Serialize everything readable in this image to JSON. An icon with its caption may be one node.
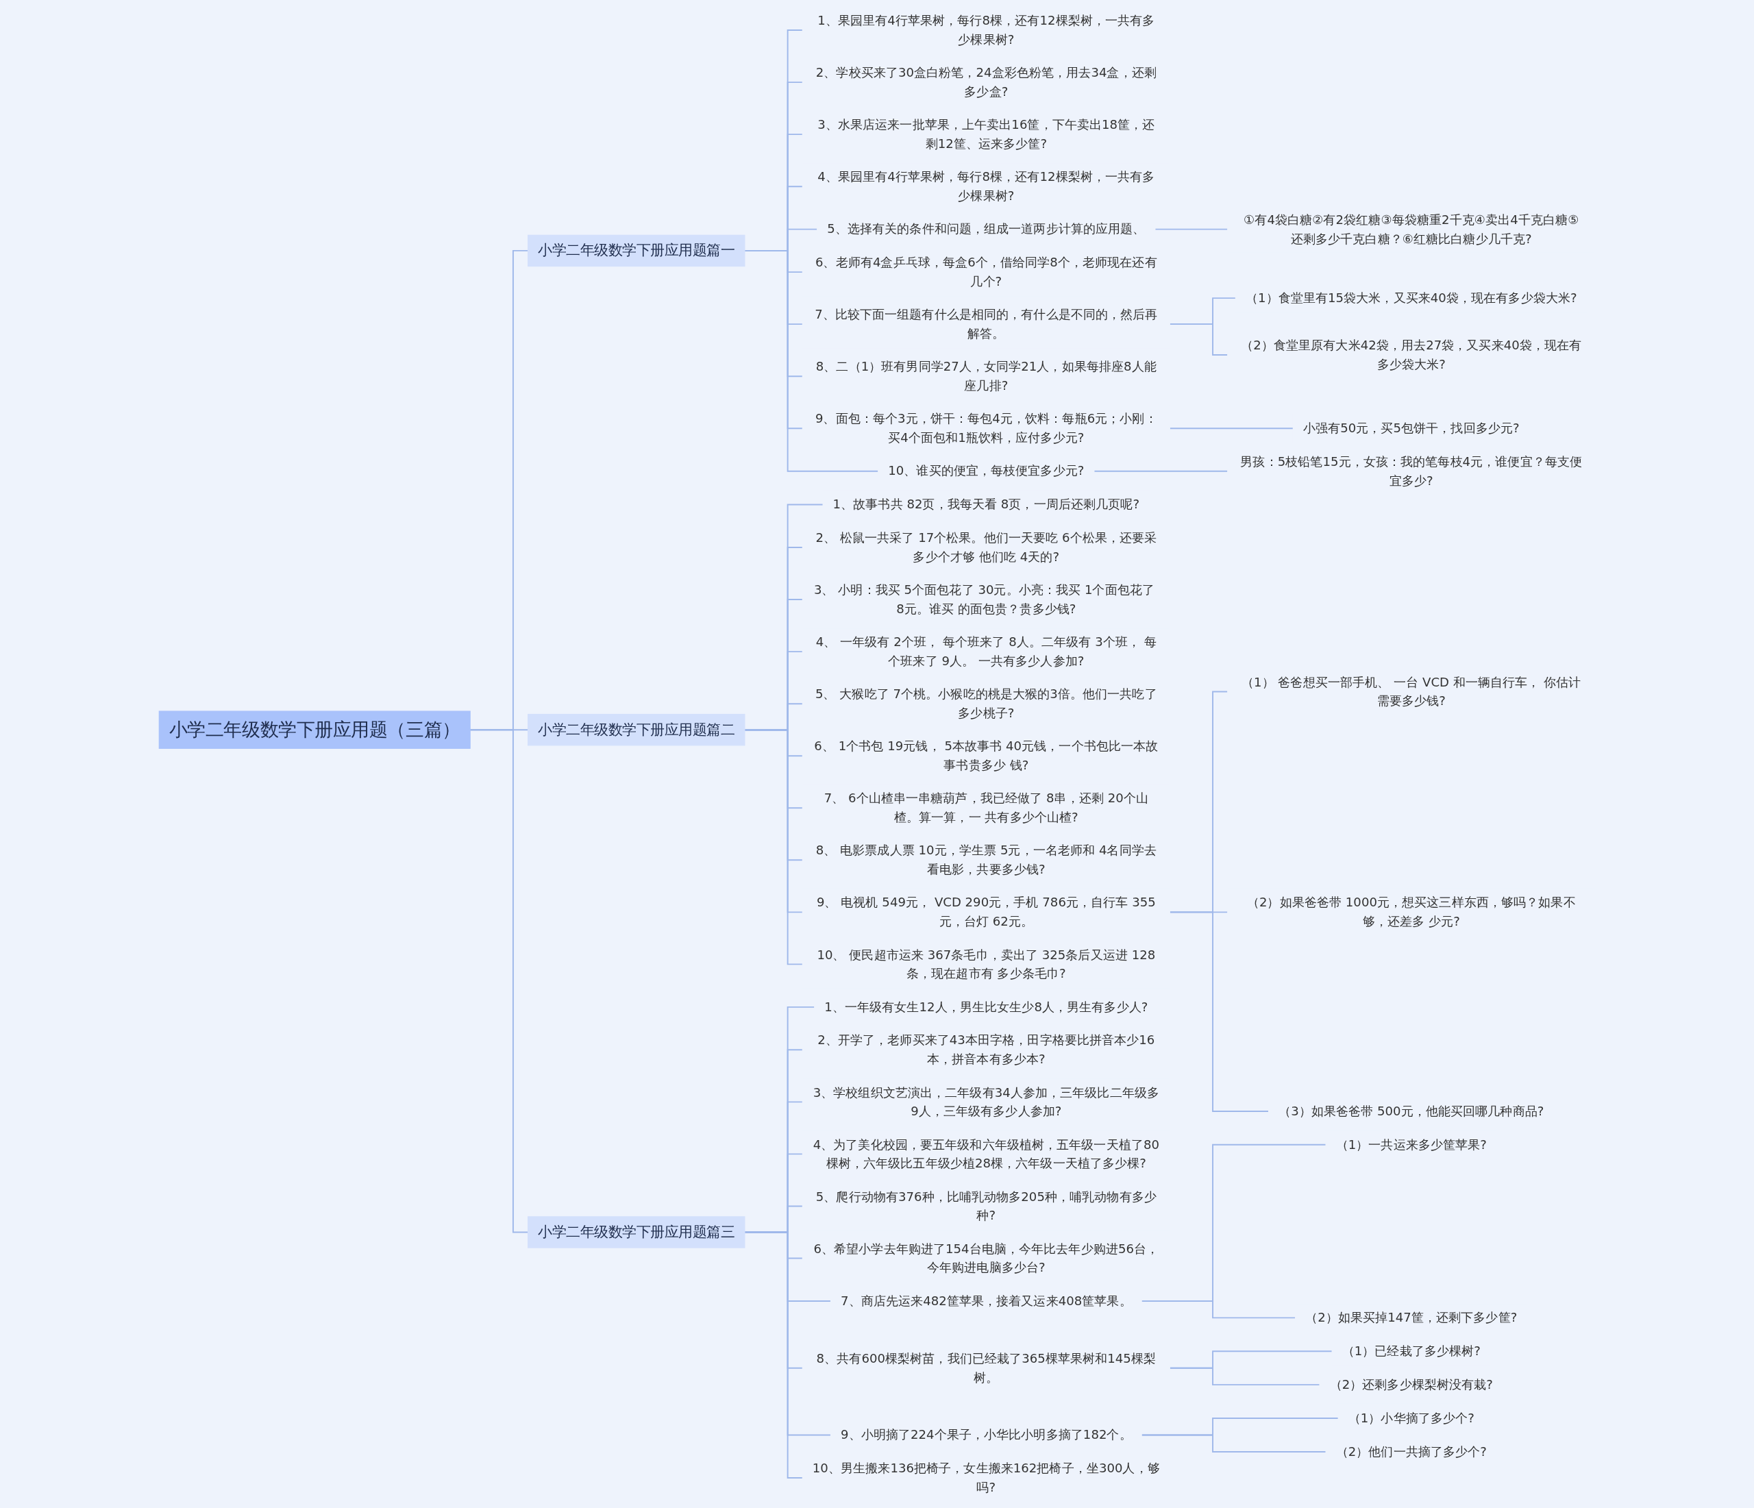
{
  "diagram": {
    "nodes": [
      {
        "text": [
          "小学二年级数学下册应用题（三篇）"
        ]
      },
      {
        "text": [
          "小学二年级数学下册应用题篇一"
        ]
      },
      {
        "text": [
          "1、果园里有4行苹果树，每行8棵，还有12棵梨树，一共有多少棵果树?"
        ]
      },
      {
        "text": [
          "2、学校买来了30盒白粉笔，24盒彩色粉笔，用去34盒，还剩多少盒?"
        ]
      },
      {
        "text": [
          "3、水果店运来一批苹果，上午卖出16筐，下午卖出18筐，还剩12筐、运来多少筐?"
        ]
      },
      {
        "text": [
          "4、果园里有4行苹果树，每行8棵，还有12棵梨树，一共有多少棵果树?"
        ]
      },
      {
        "text": [
          "5、选择有关的条件和问题，组成一道两步计算的应用题、"
        ]
      },
      {
        "text": [
          "①有4袋白糖②有2袋红糖③每袋糖重2千克④卖出4千克白糖⑤还剩多少千克白糖？⑥红糖比白糖少几千克?"
        ]
      },
      {
        "text": [
          "6、老师有4盒乒乓球，每盒6个，借给同学8个，老师现在还有几个?"
        ]
      },
      {
        "text": [
          "7、比较下面一组题有什么是相同的，有什么是不同的，然后再解答。"
        ]
      },
      {
        "text": [
          "（1）食堂里有15袋大米，又买来40袋，现在有多少袋大米?"
        ]
      },
      {
        "text": [
          "（2）食堂里原有大米42袋，用去27袋，又买来40袋，现在有多少袋大米?"
        ]
      },
      {
        "text": [
          "8、二（1）班有男同学27人，女同学21人，如果每排座8人能座几排?"
        ]
      },
      {
        "text": [
          "9、面包：每个3元，饼干：每包4元，饮料：每瓶6元；小刚：买4个面包和1瓶饮料，应付多少元?"
        ]
      },
      {
        "text": [
          "小强有50元，买5包饼干，找回多少元?"
        ]
      },
      {
        "text": [
          "10、谁买的便宜，每枝便宜多少元?"
        ]
      },
      {
        "text": [
          "男孩：5枝铅笔15元，女孩：我的笔每枝4元，谁便宜？每支便宜多少?"
        ]
      },
      {
        "text": [
          "小学二年级数学下册应用题篇二"
        ]
      },
      {
        "text": [
          "1、故事书共 82页，我每天看 8页，一周后还剩几页呢?"
        ]
      },
      {
        "text": [
          "2、 松鼠一共采了 17个松果。他们一天要吃 6个松果，还要采多少个才够 他们吃 4天的?"
        ]
      },
      {
        "text": [
          "3、 小明：我买 5个面包花了 30元。小亮：我买 1个面包花了 8元。谁买 的面包贵？贵多少钱?"
        ]
      },
      {
        "text": [
          "4、 一年级有 2个班， 每个班来了 8人。二年级有 3个班， 每个班来了 9人。 一共有多少人参加?"
        ]
      },
      {
        "text": [
          "5、 大猴吃了 7个桃。小猴吃的桃是大猴的3倍。他们一共吃了多少桃子?"
        ]
      },
      {
        "text": [
          "6、 1个书包 19元钱， 5本故事书 40元钱，一个书包比一本故事书贵多少 钱?"
        ]
      },
      {
        "text": [
          "7、 6个山楂串一串糖葫芦，我已经做了 8串，还剩 20个山楂。算一算，一 共有多少个山楂?"
        ]
      },
      {
        "text": [
          "8、 电影票成人票 10元，学生票 5元，一名老师和 4名同学去看电影，共要多少钱?"
        ]
      },
      {
        "text": [
          "9、 电视机 549元， VCD 290元，手机 786元，自行车 355元，台灯 62元。"
        ]
      },
      {
        "text": [
          "（1） 爸爸想买一部手机、 一台 VCD 和一辆自行车， 你估计需要多少钱?"
        ]
      },
      {
        "text": [
          "（2）如果爸爸带 1000元，想买这三样东西，够吗？如果不够，还差多 少元?"
        ]
      },
      {
        "text": [
          "（3）如果爸爸带 500元，他能买回哪几种商品?"
        ]
      },
      {
        "text": [
          "10、 便民超市运来 367条毛巾，卖出了 325条后又运进 128条，现在超市有 多少条毛巾?"
        ]
      },
      {
        "text": [
          "小学二年级数学下册应用题篇三"
        ]
      },
      {
        "text": [
          "1、一年级有女生12人，男生比女生少8人，男生有多少人?"
        ]
      },
      {
        "text": [
          "2、开学了，老师买来了43本田字格，田字格要比拼音本少16本，拼音本有多少本?"
        ]
      },
      {
        "text": [
          "3、学校组织文艺演出，二年级有34人参加，三年级比二年级多9人，三年级有多少人参加?"
        ]
      },
      {
        "text": [
          "4、为了美化校园，要五年级和六年级植树，五年级一天植了80棵树，六年级比五年级少植28棵，六年级一天植了多少棵?"
        ]
      },
      {
        "text": [
          "5、爬行动物有376种，比哺乳动物多205种，哺乳动物有多少种?"
        ]
      },
      {
        "text": [
          "6、希望小学去年购进了154台电脑，今年比去年少购进56台，今年购进电脑多少台?"
        ]
      },
      {
        "text": [
          "7、商店先运来482筐苹果，接着又运来408筐苹果。"
        ]
      },
      {
        "text": [
          "（1）一共运来多少筐苹果?"
        ]
      },
      {
        "text": [
          "（2）如果买掉147筐，还剩下多少筐?"
        ]
      },
      {
        "text": [
          "8、共有600棵梨树苗，我们已经栽了365棵苹果树和145棵梨树。"
        ]
      },
      {
        "text": [
          "（1）已经栽了多少棵树?"
        ]
      },
      {
        "text": [
          "（2）还剩多少棵梨树没有栽?"
        ]
      },
      {
        "text": [
          "9、小明摘了224个果子，小华比小明多摘了182个。"
        ]
      },
      {
        "text": [
          "（1）小华摘了多少个?"
        ]
      },
      {
        "text": [
          "（2）他们一共摘了多少个?"
        ]
      },
      {
        "text": [
          "10、男生搬来136把椅子，女生搬来162把椅子，坐300人，够吗?"
        ]
      }
    ],
    "edges": [
      {
        "from": 0,
        "to": 1,
        "arrow": "none"
      },
      {
        "from": 1,
        "to": 2,
        "arrow": "none"
      },
      {
        "from": 1,
        "to": 3,
        "arrow": "none"
      },
      {
        "from": 1,
        "to": 4,
        "arrow": "none"
      },
      {
        "from": 1,
        "to": 5,
        "arrow": "none"
      },
      {
        "from": 1,
        "to": 6,
        "arrow": "none"
      },
      {
        "from": 6,
        "to": 7,
        "arrow": "none"
      },
      {
        "from": 1,
        "to": 8,
        "arrow": "none"
      },
      {
        "from": 1,
        "to": 9,
        "arrow": "none"
      },
      {
        "from": 9,
        "to": 10,
        "arrow": "none"
      },
      {
        "from": 9,
        "to": 11,
        "arrow": "none"
      },
      {
        "from": 1,
        "to": 12,
        "arrow": "none"
      },
      {
        "from": 1,
        "to": 13,
        "arrow": "none"
      },
      {
        "from": 13,
        "to": 14,
        "arrow": "none"
      },
      {
        "from": 1,
        "to": 15,
        "arrow": "none"
      },
      {
        "from": 15,
        "to": 16,
        "arrow": "none"
      },
      {
        "from": 0,
        "to": 17,
        "arrow": "none"
      },
      {
        "from": 17,
        "to": 18,
        "arrow": "none"
      },
      {
        "from": 17,
        "to": 19,
        "arrow": "none"
      },
      {
        "from": 17,
        "to": 20,
        "arrow": "none"
      },
      {
        "from": 17,
        "to": 21,
        "arrow": "none"
      },
      {
        "from": 17,
        "to": 22,
        "arrow": "none"
      },
      {
        "from": 17,
        "to": 23,
        "arrow": "none"
      },
      {
        "from": 17,
        "to": 24,
        "arrow": "none"
      },
      {
        "from": 17,
        "to": 25,
        "arrow": "none"
      },
      {
        "from": 17,
        "to": 26,
        "arrow": "none"
      },
      {
        "from": 26,
        "to": 27,
        "arrow": "none"
      },
      {
        "from": 26,
        "to": 28,
        "arrow": "none"
      },
      {
        "from": 26,
        "to": 29,
        "arrow": "none"
      },
      {
        "from": 17,
        "to": 30,
        "arrow": "none"
      },
      {
        "from": 0,
        "to": 31,
        "arrow": "none"
      },
      {
        "from": 31,
        "to": 32,
        "arrow": "none"
      },
      {
        "from": 31,
        "to": 33,
        "arrow": "none"
      },
      {
        "from": 31,
        "to": 34,
        "arrow": "none"
      },
      {
        "from": 31,
        "to": 35,
        "arrow": "none"
      },
      {
        "from": 31,
        "to": 36,
        "arrow": "none"
      },
      {
        "from": 31,
        "to": 37,
        "arrow": "none"
      },
      {
        "from": 31,
        "to": 38,
        "arrow": "none"
      },
      {
        "from": 38,
        "to": 39,
        "arrow": "none"
      },
      {
        "from": 38,
        "to": 40,
        "arrow": "none"
      },
      {
        "from": 31,
        "to": 41,
        "arrow": "none"
      },
      {
        "from": 41,
        "to": 42,
        "arrow": "none"
      },
      {
        "from": 41,
        "to": 43,
        "arrow": "none"
      },
      {
        "from": 31,
        "to": 44,
        "arrow": "none"
      },
      {
        "from": 44,
        "to": 45,
        "arrow": "none"
      },
      {
        "from": 44,
        "to": 46,
        "arrow": "none"
      },
      {
        "from": 31,
        "to": 47,
        "arrow": "none"
      }
    ]
  }
}
